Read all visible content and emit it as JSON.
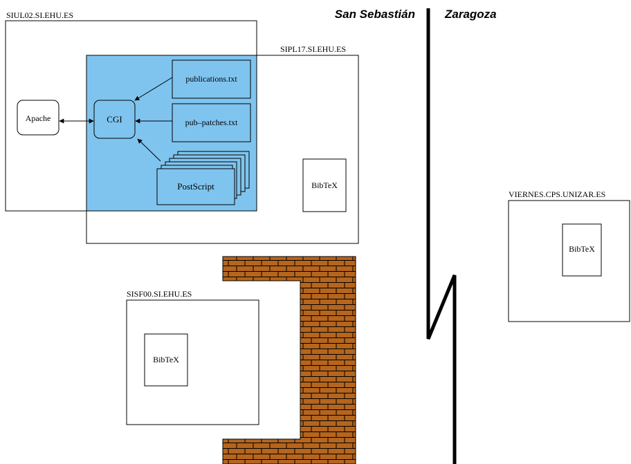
{
  "regions": {
    "left": "San Sebastián",
    "right": "Zaragoza"
  },
  "hosts": {
    "siul02": "SIUL02.SI.EHU.ES",
    "sipl17": "SIPL17.SI.EHU.ES",
    "sisf00": "SISF00.SI.EHU.ES",
    "viernes": "VIERNES.CPS.UNIZAR.ES"
  },
  "nodes": {
    "apache": "Apache",
    "cgi": "CGI",
    "publications": "publications.txt",
    "patches": "pub–patches.txt",
    "postscript": "PostScript",
    "bibtex_sipl17": "BibTeX",
    "bibtex_sisf00": "BibTeX",
    "bibtex_viernes": "BibTeX"
  },
  "colors": {
    "cgi_area": "#7fc4ee",
    "brick": "#b5651d",
    "mortar": "#000000",
    "line": "#000000",
    "background": "#ffffff"
  }
}
